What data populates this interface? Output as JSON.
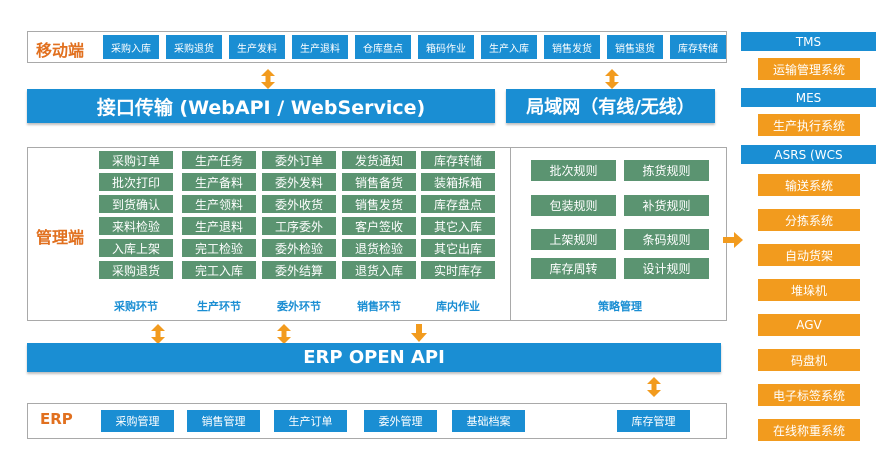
{
  "mobile": {
    "label": "移动端",
    "buttons": [
      "采购入库",
      "采购退货",
      "生产发料",
      "生产退料",
      "仓库盘点",
      "箱码作业",
      "生产入库",
      "销售发货",
      "销售退货",
      "库存转储"
    ]
  },
  "interface_bar": "接口传输  (WebAPI / WebService)",
  "lan_bar": "局域网（有线/无线）",
  "management": {
    "label": "管理端",
    "columns": [
      {
        "title": "采购环节",
        "items": [
          "采购订单",
          "批次打印",
          "到货确认",
          "来料检验",
          "入库上架",
          "采购退货"
        ]
      },
      {
        "title": "生产环节",
        "items": [
          "生产任务",
          "生产备料",
          "生产领料",
          "生产退料",
          "完工检验",
          "完工入库"
        ]
      },
      {
        "title": "委外环节",
        "items": [
          "委外订单",
          "委外发料",
          "委外收货",
          "工序委外",
          "委外检验",
          "委外结算"
        ]
      },
      {
        "title": "销售环节",
        "items": [
          "发货通知",
          "销售备货",
          "销售发货",
          "客户签收",
          "退货检验",
          "退货入库"
        ]
      },
      {
        "title": "库内作业",
        "items": [
          "库存转储",
          "装箱拆箱",
          "库存盘点",
          "其它入库",
          "其它出库",
          "实时库存"
        ]
      }
    ],
    "strategy": {
      "title": "策略管理",
      "items": [
        "批次规则",
        "拣货规则",
        "包装规则",
        "补货规则",
        "上架规则",
        "条码规则",
        "库存周转",
        "设计规则"
      ]
    }
  },
  "erp_api_bar": "ERP  OPEN API",
  "erp": {
    "label": "ERP",
    "buttons": [
      "采购管理",
      "销售管理",
      "生产订单",
      "委外管理",
      "基础档案",
      "库存管理"
    ]
  },
  "right": {
    "tms": {
      "title": "TMS",
      "item": "运输管理系统"
    },
    "mes": {
      "title": "MES",
      "item": "生产执行系统"
    },
    "asrs": {
      "title": "ASRS  (WCS",
      "items": [
        "输送系统",
        "分拣系统",
        "自动货架",
        "堆垛机",
        "AGV",
        "码盘机",
        "电子标签系统",
        "在线称重系统"
      ]
    }
  },
  "colors": {
    "blue": "#1a8ed3",
    "green": "#5b9471",
    "orange": "#f29b1e",
    "label_orange": "#e1701f"
  }
}
